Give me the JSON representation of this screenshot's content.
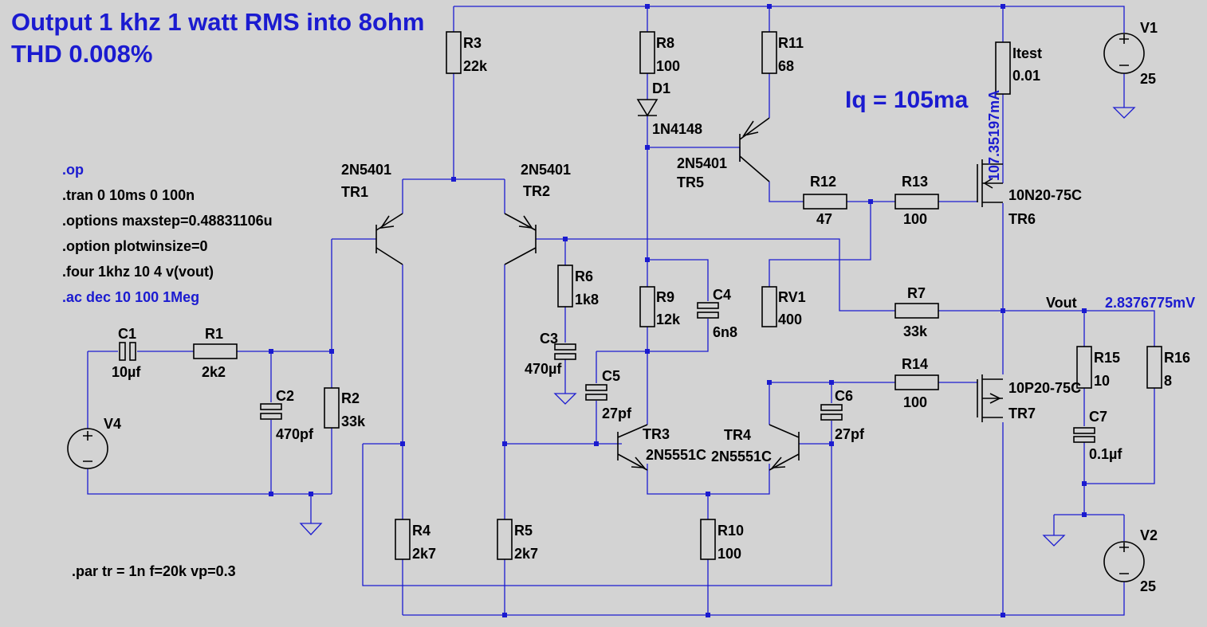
{
  "title": {
    "line1": "Output 1 khz 1 watt RMS into 8ohm",
    "line2": "THD 0.008%"
  },
  "annotation_iq": "Iq = 105ma",
  "directives": [
    {
      "text": ".op",
      "color": "#1b1bd0"
    },
    {
      "text": ".tran 0 10ms 0 100n",
      "color": "#000000"
    },
    {
      "text": ".options maxstep=0.48831106u",
      "color": "#000000"
    },
    {
      "text": ".option plotwinsize=0",
      "color": "#000000"
    },
    {
      "text": ".four 1khz 10 4 v(vout)",
      "color": "#000000"
    },
    {
      "text": ".ac dec 10 100 1Meg",
      "color": "#1b1bd0"
    }
  ],
  "param_directive": ".par tr = 1n f=20k vp=0.3",
  "probes": {
    "itest_current": "107.35197mA",
    "vout_voltage": "2.8376775mV",
    "vout_net": "Vout"
  },
  "components": {
    "R1": {
      "name": "R1",
      "value": "2k2"
    },
    "R2": {
      "name": "R2",
      "value": "33k"
    },
    "R3": {
      "name": "R3",
      "value": "22k"
    },
    "R4": {
      "name": "R4",
      "value": "2k7"
    },
    "R5": {
      "name": "R5",
      "value": "2k7"
    },
    "R6": {
      "name": "R6",
      "value": "1k8"
    },
    "R7": {
      "name": "R7",
      "value": "33k"
    },
    "R8": {
      "name": "R8",
      "value": "100"
    },
    "R9": {
      "name": "R9",
      "value": "12k"
    },
    "R10": {
      "name": "R10",
      "value": "100"
    },
    "R11": {
      "name": "R11",
      "value": "68"
    },
    "R12": {
      "name": "R12",
      "value": "47"
    },
    "R13": {
      "name": "R13",
      "value": "100"
    },
    "R14": {
      "name": "R14",
      "value": "100"
    },
    "R15": {
      "name": "R15",
      "value": "10"
    },
    "R16": {
      "name": "R16",
      "value": "8"
    },
    "RV1": {
      "name": "RV1",
      "value": "400"
    },
    "Itest": {
      "name": "Itest",
      "value": "0.01"
    },
    "C1": {
      "name": "C1",
      "value": "10µf"
    },
    "C2": {
      "name": "C2",
      "value": "470pf"
    },
    "C3": {
      "name": "C3",
      "value": "470µf"
    },
    "C4": {
      "name": "C4",
      "value": "6n8"
    },
    "C5": {
      "name": "C5",
      "value": "27pf"
    },
    "C6": {
      "name": "C6",
      "value": "27pf"
    },
    "C7": {
      "name": "C7",
      "value": "0.1µf"
    },
    "D1": {
      "name": "D1",
      "value": "1N4148"
    },
    "TR1": {
      "name": "TR1",
      "value": "2N5401"
    },
    "TR2": {
      "name": "TR2",
      "value": "2N5401"
    },
    "TR3": {
      "name": "TR3",
      "value": "2N5551C"
    },
    "TR4": {
      "name": "TR4",
      "value": "2N5551C"
    },
    "TR5": {
      "name": "TR5",
      "value": "2N5401"
    },
    "TR6": {
      "name": "TR6",
      "value": "10N20-75C"
    },
    "TR7": {
      "name": "TR7",
      "value": "10P20-75C"
    },
    "V1": {
      "name": "V1",
      "value": "25"
    },
    "V2": {
      "name": "V2",
      "value": "25"
    },
    "V4": {
      "name": "V4",
      "value": ""
    }
  },
  "colors": {
    "background": "#d3d3d3",
    "wire": "#1b1bd0",
    "component": "#000000",
    "label": "#000000",
    "annotation": "#1b1bd0"
  }
}
